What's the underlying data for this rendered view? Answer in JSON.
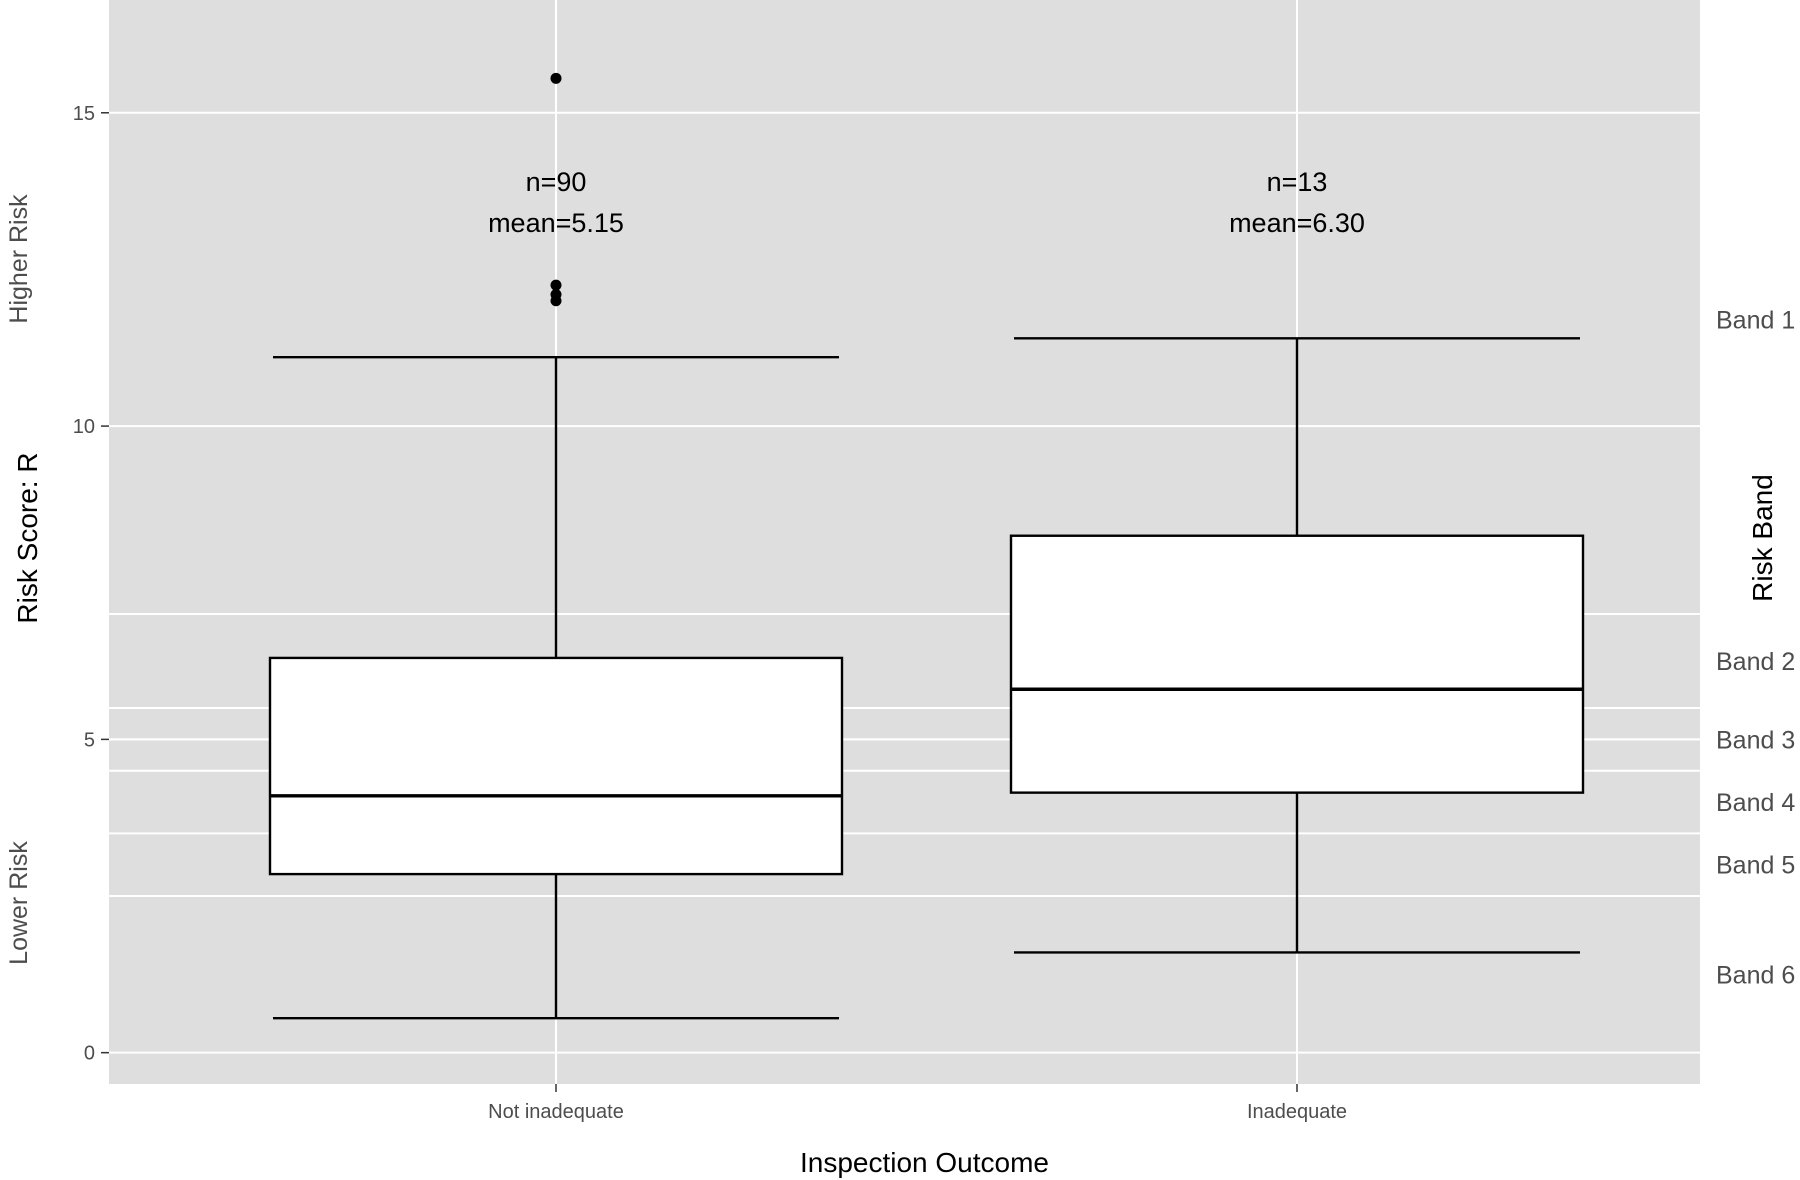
{
  "chart_data": {
    "type": "boxplot",
    "xlabel": "Inspection Outcome",
    "ylabel": "Risk Score: R",
    "right_label": "Risk Band",
    "ylim": [
      -0.5,
      16.8
    ],
    "yticks": [
      0,
      5,
      10,
      15
    ],
    "categories": [
      "Not inadequate",
      "Inadequate"
    ],
    "boxes": [
      {
        "category": "Not inadequate",
        "whisker_low": 0.55,
        "q1": 2.85,
        "median": 4.1,
        "q3": 6.3,
        "whisker_high": 11.1,
        "outliers": [
          12.0,
          12.1,
          12.25,
          15.55
        ],
        "n_label": "n=90",
        "mean_label": "mean=5.15"
      },
      {
        "category": "Inadequate",
        "whisker_low": 1.6,
        "q1": 4.15,
        "median": 5.8,
        "q3": 8.25,
        "whisker_high": 11.4,
        "outliers": [],
        "n_label": "n=13",
        "mean_label": "mean=6.30"
      }
    ],
    "band_lines": [
      2.5,
      3.5,
      4.5,
      5.0,
      5.5,
      7.0
    ],
    "bands": [
      {
        "label": "Band 1",
        "y": 11.7
      },
      {
        "label": "Band 2",
        "y": 6.25
      },
      {
        "label": "Band 3",
        "y": 5.0
      },
      {
        "label": "Band 4",
        "y": 4.0
      },
      {
        "label": "Band 5",
        "y": 3.0
      },
      {
        "label": "Band 6",
        "y": 1.25
      }
    ],
    "side_annotations": {
      "top": "Higher Risk",
      "bottom": "Lower Risk"
    },
    "grid": true,
    "colors": {
      "panel": "#dedede",
      "grid": "#ffffff",
      "box_fill": "#ffffff",
      "box_stroke": "#000000"
    }
  }
}
